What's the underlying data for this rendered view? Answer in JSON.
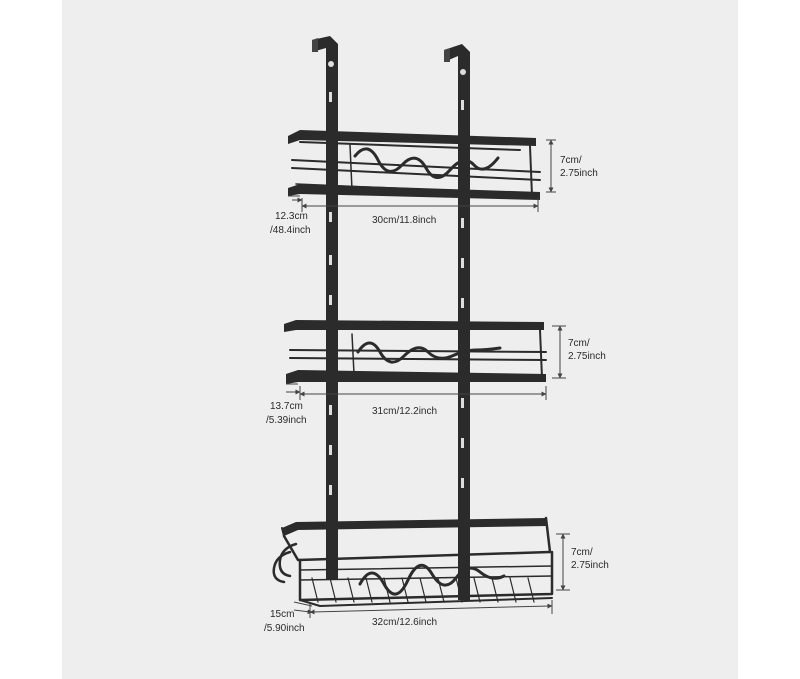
{
  "tiers": [
    {
      "height_label": "7cm/",
      "height_label_2": "2.75inch",
      "width_label": "30cm/11.8inch",
      "depth_label": "12.3cm",
      "depth_label_2": "/48.4inch"
    },
    {
      "height_label": "7cm/",
      "height_label_2": "2.75inch",
      "width_label": "31cm/12.2inch",
      "depth_label": "13.7cm",
      "depth_label_2": "/5.39inch"
    },
    {
      "height_label": "7cm/",
      "height_label_2": "2.75inch",
      "width_label": "32cm/12.6inch",
      "depth_label": "15cm",
      "depth_label_2": "/5.90inch"
    }
  ],
  "colors": {
    "backdrop": "#eeeeee",
    "metal": "#2b2b2b",
    "dimension_line": "#444444"
  }
}
